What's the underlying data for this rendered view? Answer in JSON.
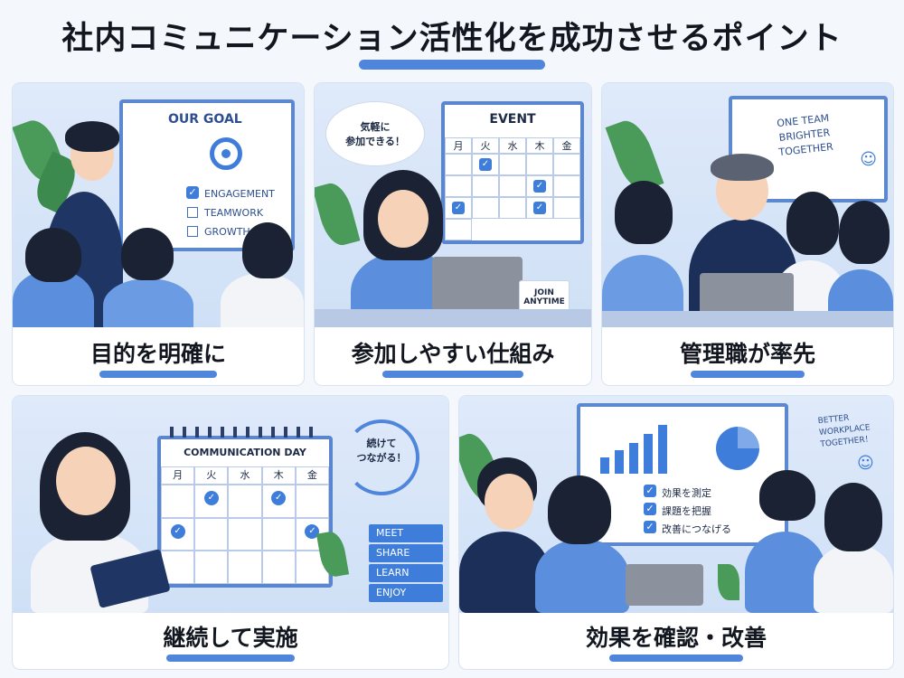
{
  "title": "社内コミュニケーション活性化を成功させるポイント",
  "colors": {
    "accent": "#4f86dc",
    "panel_bg": "#dfeafa",
    "text": "#12161f"
  },
  "panels": [
    {
      "caption": "目的を明確に",
      "board_title": "OUR GOAL",
      "board_items": [
        "ENGAGEMENT",
        "TEAMWORK",
        "GROWTH"
      ]
    },
    {
      "caption": "参加しやすい仕組み",
      "bubble": "気軽に\n参加できる！",
      "calendar_title": "EVENT",
      "calendar_days": [
        "月",
        "火",
        "水",
        "木",
        "金"
      ],
      "mug_text": "JOIN\nANYTIME"
    },
    {
      "caption": "管理職が率先",
      "board_text": "ONE TEAM\nBRIGHTER\nTOGETHER"
    },
    {
      "caption": "継続して実施",
      "calendar_title": "COMMUNICATION DAY",
      "calendar_days": [
        "月",
        "火",
        "水",
        "木",
        "金"
      ],
      "cycle_text": "続けて\nつながる！",
      "books": [
        "MEET",
        "SHARE",
        "LEARN",
        "ENJOY"
      ]
    },
    {
      "caption": "効果を確認・改善",
      "board_items": [
        "効果を測定",
        "課題を把握",
        "改善につなげる"
      ],
      "side_text": "BETTER\nWORKPLACE\nTOGETHER！"
    }
  ]
}
